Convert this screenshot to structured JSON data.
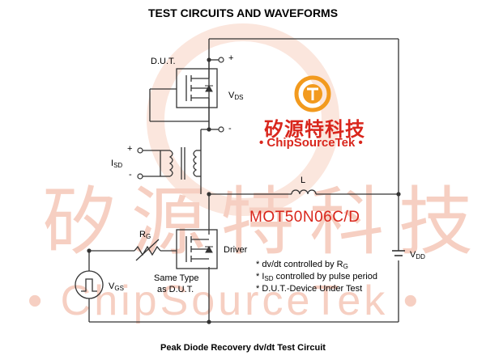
{
  "title": "TEST CIRCUITS AND WAVEFORMS",
  "caption": "Peak Diode Recovery dv/dt Test Circuit",
  "labels": {
    "dut": "D.U.T.",
    "vds_main": "V",
    "vds_sub": "DS",
    "plus_top": "+",
    "minus_top": "-",
    "isd_plus": "+",
    "isd_minus": "-",
    "isd_main": "I",
    "isd_sub": "SD",
    "inductor": "L",
    "rg_main": "R",
    "rg_sub": "G",
    "driver": "Driver",
    "same_type_line1": "Same Type",
    "same_type_line2": "as D.U.T.",
    "vgs_main": "V",
    "vgs_sub": "GS",
    "vdd_main": "V",
    "vdd_sub": "DD"
  },
  "notes": {
    "n1_pre": "* dv/dt controlled by R",
    "n1_sub": "G",
    "n2_pre": "* I",
    "n2_sub": "SD",
    "n2_post": " controlled by pulse period",
    "n3": "* D.U.T.-Device Under Test"
  },
  "watermark": {
    "chinese": "矽源特科技",
    "english": "• ChipSourceTek •",
    "part_number": "MOT50N06C/D",
    "big_chinese": "矽源特科技",
    "big_english": "• ChipSourceTek •"
  },
  "colors": {
    "brand_red": "#d9261c",
    "logo_orange": "#f29a1e",
    "watermark_pink": "#f6cfc2"
  }
}
